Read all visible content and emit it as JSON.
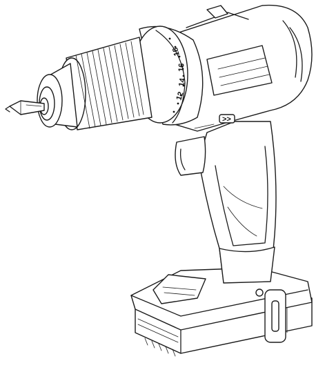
{
  "illustration": {
    "subject": "cordless-drill-line-art",
    "colors": {
      "stroke": "#1a1a1a",
      "fill": "#ffffff",
      "background": "#ffffff"
    },
    "torque_dial": {
      "labels": [
        "12",
        "14",
        "16",
        "18"
      ]
    },
    "mode_switch": {
      "label": ">>"
    }
  }
}
